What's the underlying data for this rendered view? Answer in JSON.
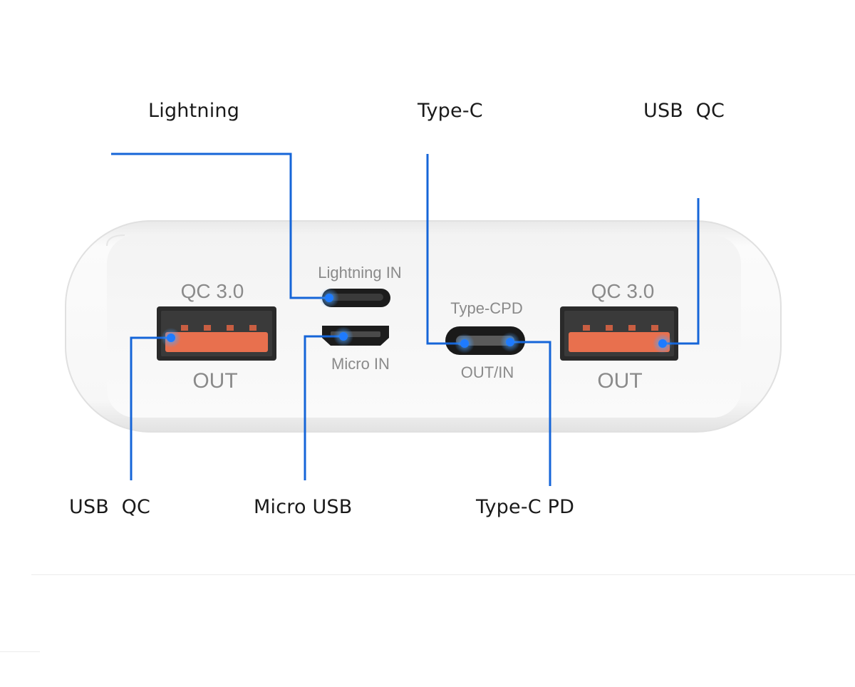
{
  "callouts": {
    "top": [
      "Lightning",
      "Type-C",
      "USB  QC"
    ],
    "bottom": [
      "USB  QC",
      "Micro USB",
      "Type-C PD"
    ]
  },
  "device": {
    "left_port": {
      "top_label": "QC 3.0",
      "bottom_label": "OUT"
    },
    "lightning": {
      "label": "Lightning  IN"
    },
    "micro": {
      "label": "Micro  IN"
    },
    "typec": {
      "top_label": "Type-CPD",
      "bottom_label": "OUT/IN"
    },
    "right_port": {
      "top_label": "QC 3.0",
      "bottom_label": "OUT"
    }
  },
  "colors": {
    "leader_line": "#1565d8",
    "usb_tongue": "#e8704e",
    "port_frame": "#2a2a2a",
    "device_body": "#f6f6f6",
    "device_label": "#8a8a8a"
  }
}
